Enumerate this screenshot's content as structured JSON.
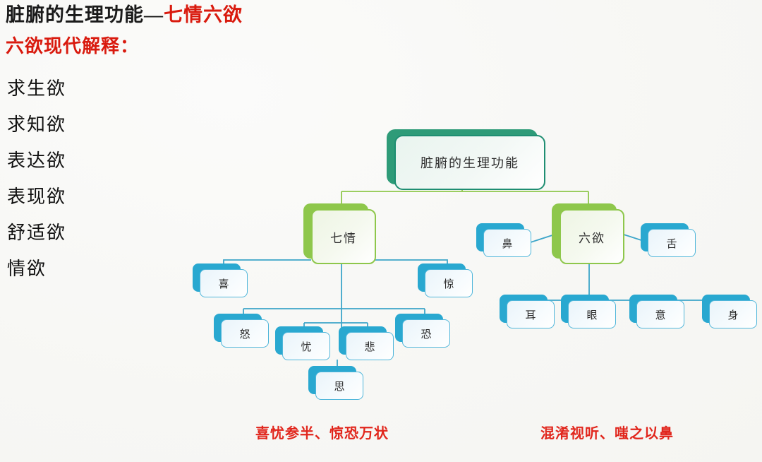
{
  "slide": {
    "title_black": "脏腑的生理功能—",
    "title_red": "七情六欲",
    "subtitle": "六欲现代解释：",
    "desires": [
      {
        "label": "求生欲"
      },
      {
        "label": "求知欲"
      },
      {
        "label": "表达欲"
      },
      {
        "label": "表现欲"
      },
      {
        "label": "舒适欲"
      },
      {
        "label": "情欲"
      }
    ],
    "captions": {
      "left": "喜忧参半、惊恐万状",
      "right": "混淆视听、嗤之以鼻"
    }
  },
  "diagram": {
    "root": {
      "label": "脏腑的生理功能"
    },
    "branches": [
      {
        "label": "七情"
      },
      {
        "label": "六欲"
      }
    ],
    "qiqing_leaves": [
      {
        "label": "喜"
      },
      {
        "label": "怒"
      },
      {
        "label": "忧"
      },
      {
        "label": "悲"
      },
      {
        "label": "思"
      },
      {
        "label": "恐"
      },
      {
        "label": "惊"
      }
    ],
    "liuyu_leaves": [
      {
        "label": "鼻"
      },
      {
        "label": "舌"
      },
      {
        "label": "耳"
      },
      {
        "label": "眼"
      },
      {
        "label": "意"
      },
      {
        "label": "身"
      }
    ]
  },
  "colors": {
    "background": "#f9f9f7",
    "title_red": "#d91a0e",
    "caption_red": "#e1261c",
    "root_teal": "#2e9b78",
    "branch_green": "#8ec74b",
    "leaf_blue": "#29a8d0",
    "leaf_border": "#4fb6da",
    "text_black": "#101010"
  }
}
